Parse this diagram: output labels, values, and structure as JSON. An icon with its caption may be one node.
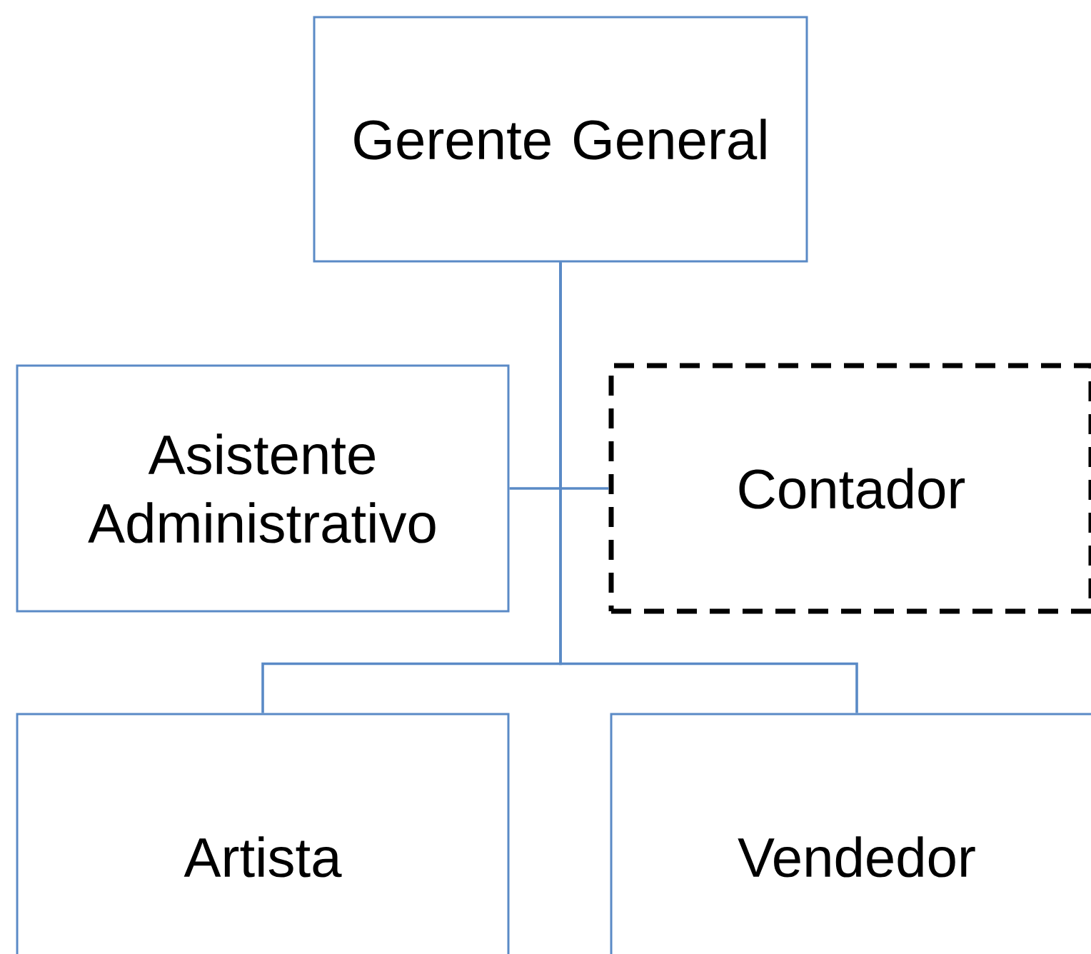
{
  "diagram": {
    "nodes": [
      {
        "text": [
          "Gerente General"
        ]
      },
      {
        "text": [
          "Asistente Administrativo"
        ]
      },
      {
        "text": [
          "Contador"
        ]
      },
      {
        "text": [
          "Artista"
        ]
      },
      {
        "text": [
          "Vendedor"
        ]
      }
    ],
    "edges": [
      {
        "from": 0,
        "to": 1,
        "arrow": "none"
      },
      {
        "from": 0,
        "to": 2,
        "arrow": "none"
      },
      {
        "from": 0,
        "to": 3,
        "arrow": "none"
      },
      {
        "from": 0,
        "to": 4,
        "arrow": "none"
      }
    ]
  }
}
